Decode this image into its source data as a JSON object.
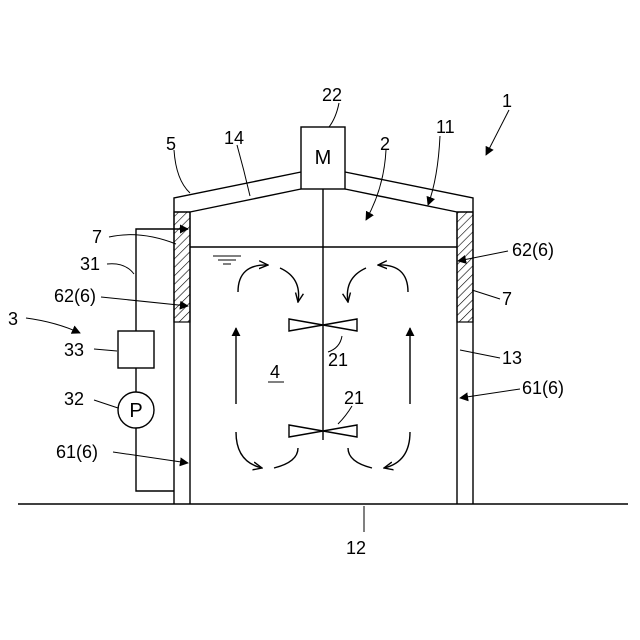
{
  "labels": {
    "device": "1",
    "space": "2",
    "circuit": "3",
    "tank_content": "4",
    "roof_member": "5",
    "hatch_left": "7",
    "hatch_right": "7",
    "tank": "11",
    "ground": "12",
    "wall": "13",
    "roof": "14",
    "impeller_upper": "21",
    "impeller_lower": "21",
    "motor_ref": "22",
    "pipe": "31",
    "pump_ref": "32",
    "unit_33": "33",
    "wall_upper_left": "62(6)",
    "wall_upper_right": "62(6)",
    "wall_lower_left": "61(6)",
    "wall_lower_right": "61(6)"
  },
  "motor": {
    "symbol": "M"
  },
  "pump": {
    "symbol": "P"
  }
}
